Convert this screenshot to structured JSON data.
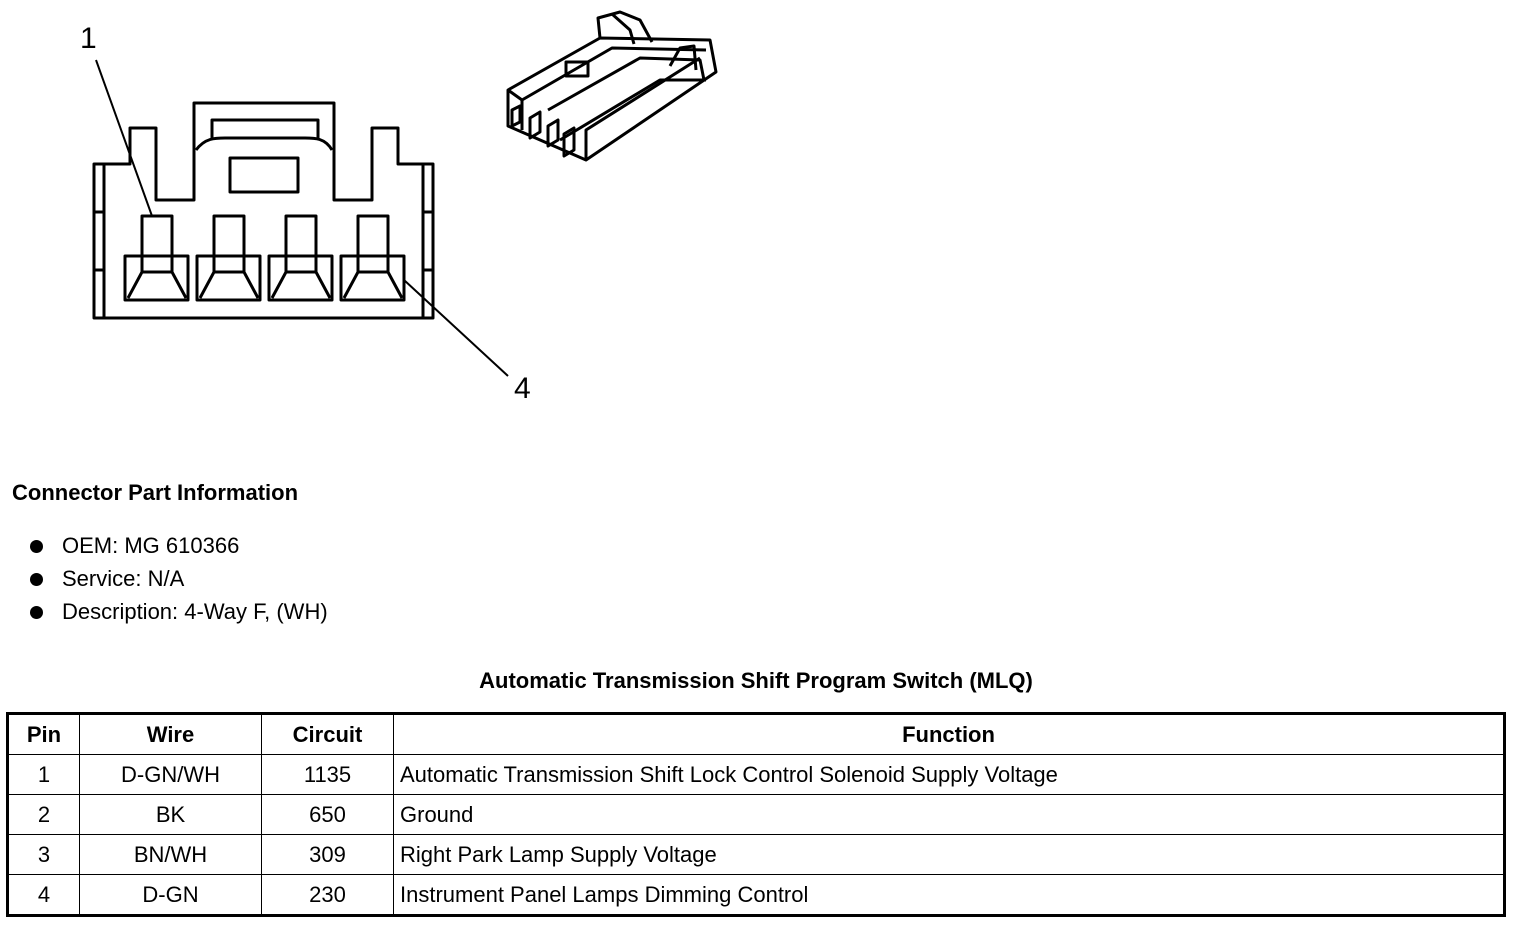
{
  "diagram": {
    "pin_label_first": "1",
    "pin_label_last": "4"
  },
  "connector_info": {
    "title": "Connector Part Information",
    "items": [
      "OEM: MG 610366",
      "Service: N/A",
      "Description: 4-Way F, (WH)"
    ]
  },
  "table": {
    "title": "Automatic Transmission Shift Program Switch (MLQ)",
    "headers": [
      "Pin",
      "Wire",
      "Circuit",
      "Function"
    ],
    "rows": [
      [
        "1",
        "D-GN/WH",
        "1135",
        "Automatic Transmission Shift Lock Control Solenoid Supply Voltage"
      ],
      [
        "2",
        "BK",
        "650",
        "Ground"
      ],
      [
        "3",
        "BN/WH",
        "309",
        "Right Park Lamp Supply Voltage"
      ],
      [
        "4",
        "D-GN",
        "230",
        "Instrument Panel Lamps Dimming Control"
      ]
    ]
  }
}
